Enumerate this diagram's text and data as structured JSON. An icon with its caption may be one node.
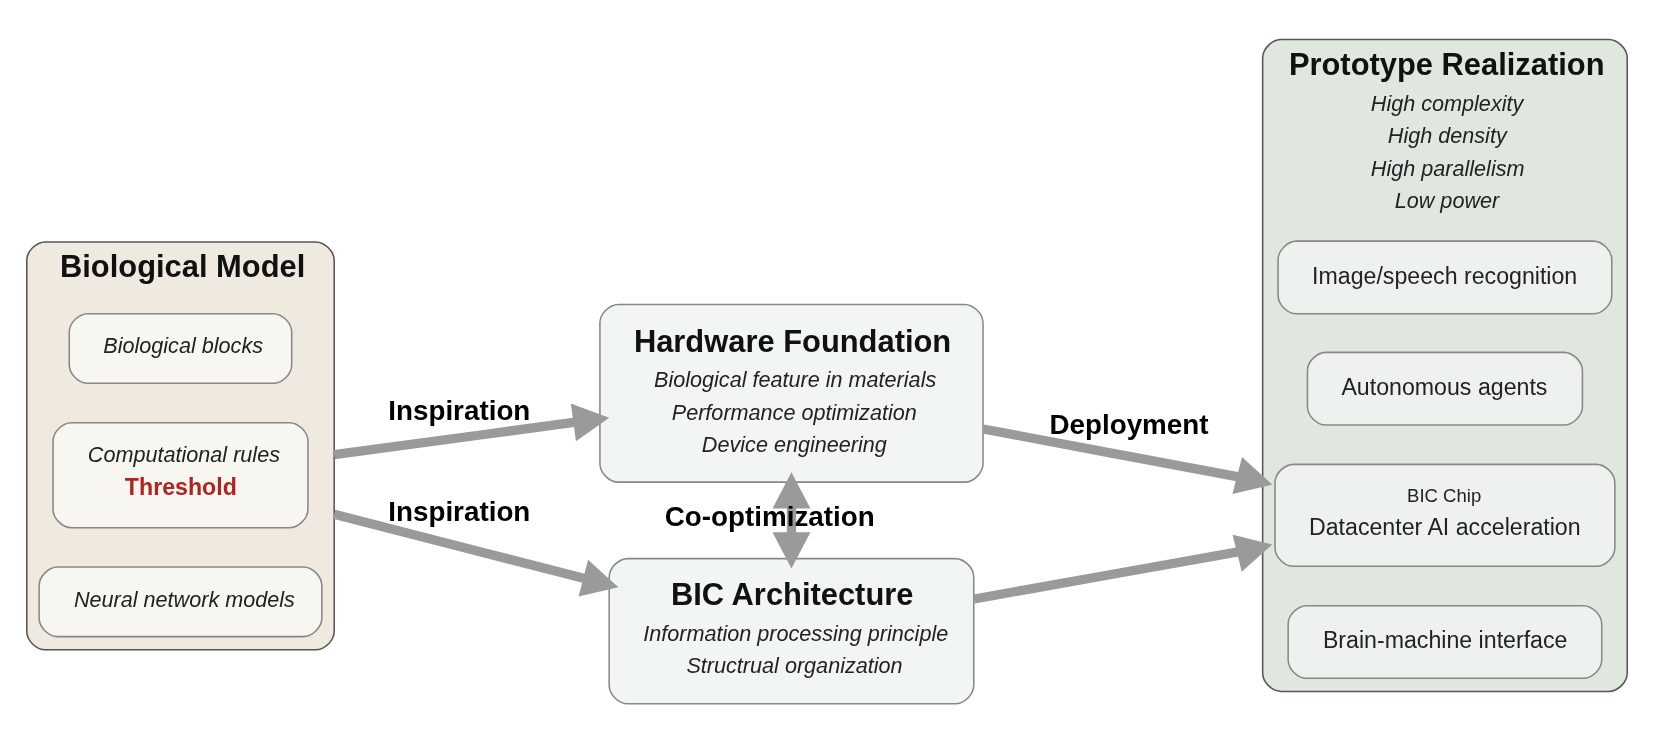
{
  "diagram": {
    "nodes": [
      {
        "text": [
          "Biological Model"
        ]
      },
      {
        "text": [
          "Biological blocks"
        ],
        "in": 0
      },
      {
        "text": [
          "Computational rules",
          "Threshold"
        ],
        "in": 0
      },
      {
        "text": [
          "Neural network models"
        ],
        "in": 0
      },
      {
        "text": [
          "Hardware Foundation",
          "Biological feature in materials",
          "Performance optimization",
          "Device engineering"
        ]
      },
      {
        "text": [
          "BIC Architecture",
          "Information processing principle",
          "Structrual organization"
        ]
      },
      {
        "text": [
          "Prototype Realization",
          "High complexity",
          "High density",
          "High parallelism",
          "Low power"
        ]
      },
      {
        "text": [
          "Image/speech recognition"
        ],
        "in": 6
      },
      {
        "text": [
          "Autonomous agents"
        ],
        "in": 6
      },
      {
        "text": [
          "BIC Chip",
          "Datacenter AI acceleration"
        ],
        "in": 6
      },
      {
        "text": [
          "Brain-machine interface"
        ],
        "in": 6
      }
    ],
    "edges": [
      {
        "from": 0,
        "to": 4,
        "arrow": "to",
        "label": "Inspiration"
      },
      {
        "from": 0,
        "to": 5,
        "arrow": "to",
        "label": "Inspiration"
      },
      {
        "from": 4,
        "to": 5,
        "arrow": "both",
        "label": "Co-optimization"
      },
      {
        "from": 4,
        "to": 6,
        "arrow": "to",
        "label": "Deployment"
      },
      {
        "from": 5,
        "to": 6,
        "arrow": "to"
      }
    ]
  }
}
